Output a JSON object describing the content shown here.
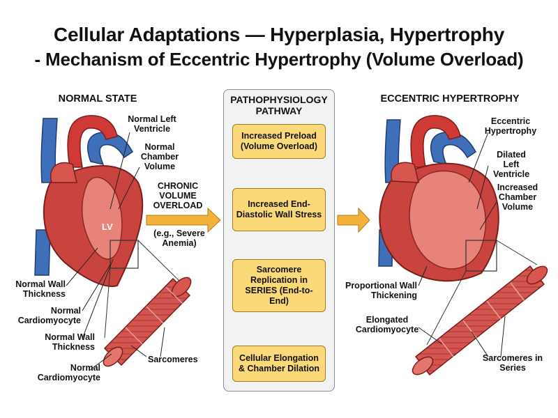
{
  "title": {
    "line1": "Cellular Adaptations — Hyperplasia, Hypertrophy",
    "line2": "- Mechanism of Eccentric Hypertrophy (Volume Overload)"
  },
  "normal": {
    "heading": "NORMAL STATE",
    "lv": "LV",
    "labels": {
      "normal_lv": "Normal Left Ventricle",
      "chamber": "Normal Chamber Volume",
      "wall1": "Normal Wall Thickness",
      "cardio1": "Normal Cardiomyocyte",
      "wall2": "Normal Wall Thickness",
      "cardio2": "Normal Cardiomyocyte",
      "sarcomeres": "Sarcomeres"
    }
  },
  "transition": {
    "cause": "CHRONIC VOLUME OVERLOAD",
    "example": "(e.g., Severe Anemia)"
  },
  "pathway": {
    "title": "PATHOPHYSIOLOGY PATHWAY",
    "steps": [
      "Increased Preload (Volume Overload)",
      "Increased End-Diastolic Wall Stress",
      "Sarcomere Replication in SERIES (End-to-End)",
      "Cellular Elongation & Chamber Dilation"
    ]
  },
  "eccentric": {
    "heading": "ECCENTRIC HYPERTROPHY",
    "labels": {
      "eh": "Eccentric Hypertrophy",
      "dilated": "Dilated Left Ventricle",
      "chamber": "Increased Chamber Volume",
      "wall": "Proportional Wall Thickening",
      "cardio": "Elongated Cardiomyocyte",
      "series": "Sarcomeres in Series"
    }
  },
  "colors": {
    "muscle": "#c9443f",
    "muscle_dark": "#8e2626",
    "chamber": "#e8837a",
    "aorta": "#cf3a36",
    "vein": "#3f6fb8",
    "box": "#fbd979",
    "arrow": "#f3b23a"
  }
}
